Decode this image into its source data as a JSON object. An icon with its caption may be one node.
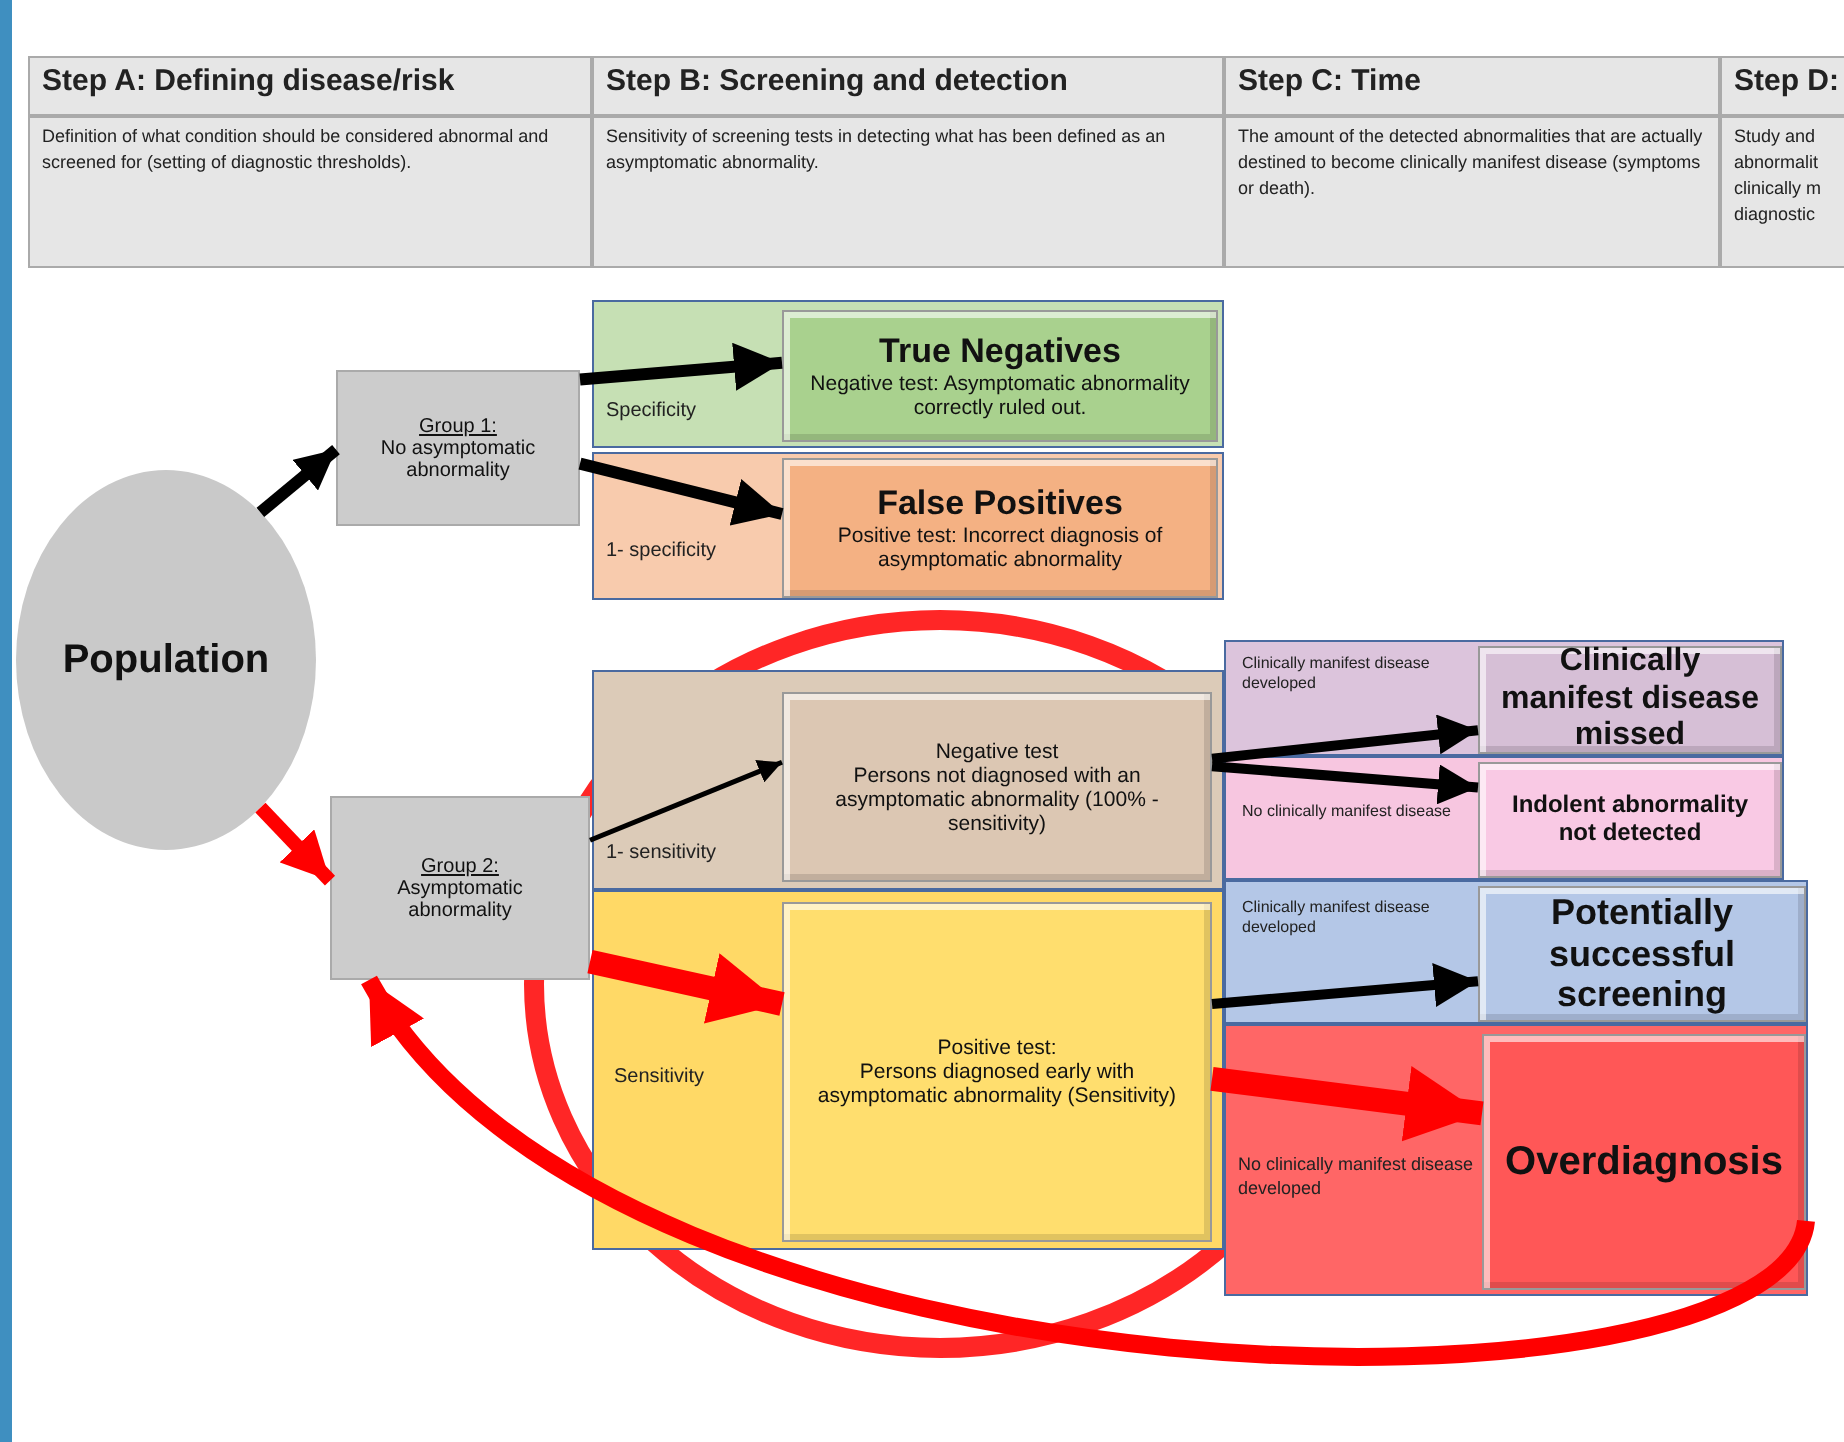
{
  "diagram": {
    "nodes": [
      {
        "text": [
          "Population"
        ]
      },
      {
        "text": [
          "Group 1:",
          "No asymptomatic abnormality"
        ]
      },
      {
        "text": [
          "Group 2:",
          "Asymptomatic abnormality"
        ]
      },
      {
        "text": [
          "Specificity"
        ]
      },
      {
        "text": [
          "True Negatives",
          "Negative test: Asymptomatic abnormality correctly ruled out."
        ],
        "in": 3
      },
      {
        "text": [
          "1- specificity"
        ]
      },
      {
        "text": [
          "False Positives",
          "Positive test: Incorrect diagnosis of asymptomatic abnormality"
        ],
        "in": 5
      },
      {
        "text": [
          "1- sensitivity"
        ]
      },
      {
        "text": [
          "Negative test",
          "Persons not diagnosed with an asymptomatic abnormality (100% - sensitivity)"
        ],
        "in": 7
      },
      {
        "text": [
          "Sensitivity"
        ]
      },
      {
        "text": [
          "Positive test:",
          "Persons diagnosed early with asymptomatic abnormality (Sensitivity)"
        ],
        "in": 9
      },
      {
        "text": [
          "Clinically manifest disease developed"
        ]
      },
      {
        "text": [
          "Clinically manifest disease missed"
        ],
        "in": 11
      },
      {
        "text": [
          "No clinically manifest disease"
        ]
      },
      {
        "text": [
          "Indolent abnormality not detected"
        ],
        "in": 13
      },
      {
        "text": [
          "Clinically manifest disease developed"
        ]
      },
      {
        "text": [
          "Potentially successful screening"
        ],
        "in": 15
      },
      {
        "text": [
          "No clinically manifest disease developed"
        ]
      },
      {
        "text": [
          "Overdiagnosis"
        ],
        "in": 17
      }
    ],
    "edges": [
      {
        "from": 0,
        "to": 1,
        "arrow": "to"
      },
      {
        "from": 0,
        "to": 2,
        "arrow": "to",
        "color": "#ff0000"
      },
      {
        "from": 1,
        "to": 4,
        "arrow": "to"
      },
      {
        "from": 1,
        "to": 6,
        "arrow": "to"
      },
      {
        "from": 2,
        "to": 8,
        "arrow": "to"
      },
      {
        "from": 2,
        "to": 10,
        "arrow": "to",
        "style": "thick",
        "color": "#ff0000"
      },
      {
        "from": 8,
        "to": 12,
        "arrow": "to"
      },
      {
        "from": 8,
        "to": 14,
        "arrow": "to"
      },
      {
        "from": 10,
        "to": 16,
        "arrow": "to"
      },
      {
        "from": 10,
        "to": 18,
        "arrow": "to",
        "style": "thick",
        "color": "#ff0000"
      },
      {
        "from": 18,
        "to": 2,
        "arrow": "to",
        "color": "#ff0000"
      }
    ],
    "labels": [
      "Step A: Defining disease/risk",
      "Step B: Screening and detection",
      "Step C: Time",
      "Step D:",
      "Definition of what condition should be considered abnormal and screened for (setting of diagnostic thresholds).",
      "Sensitivity of screening tests in detecting what has been defined as an asymptomatic abnormality.",
      "The amount of the detected abnormalities that are actually destined to become clinically manifest disease (symptoms or death).",
      "Study and abnormalit clinically m diagnostic"
    ]
  }
}
